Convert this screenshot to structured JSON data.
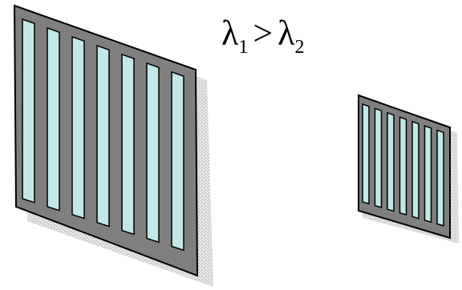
{
  "equation": {
    "symbol_1": "λ",
    "sub_1": "1",
    "operator": ">",
    "symbol_2": "λ",
    "sub_2": "2"
  },
  "colors": {
    "frame": "#7f7f7f",
    "slit": "#bfe8e6",
    "outline": "#000000",
    "shadow": "#cfcfcf"
  },
  "gratings": [
    {
      "name": "large-grating",
      "slits": 7
    },
    {
      "name": "small-grating",
      "slits": 7
    }
  ]
}
